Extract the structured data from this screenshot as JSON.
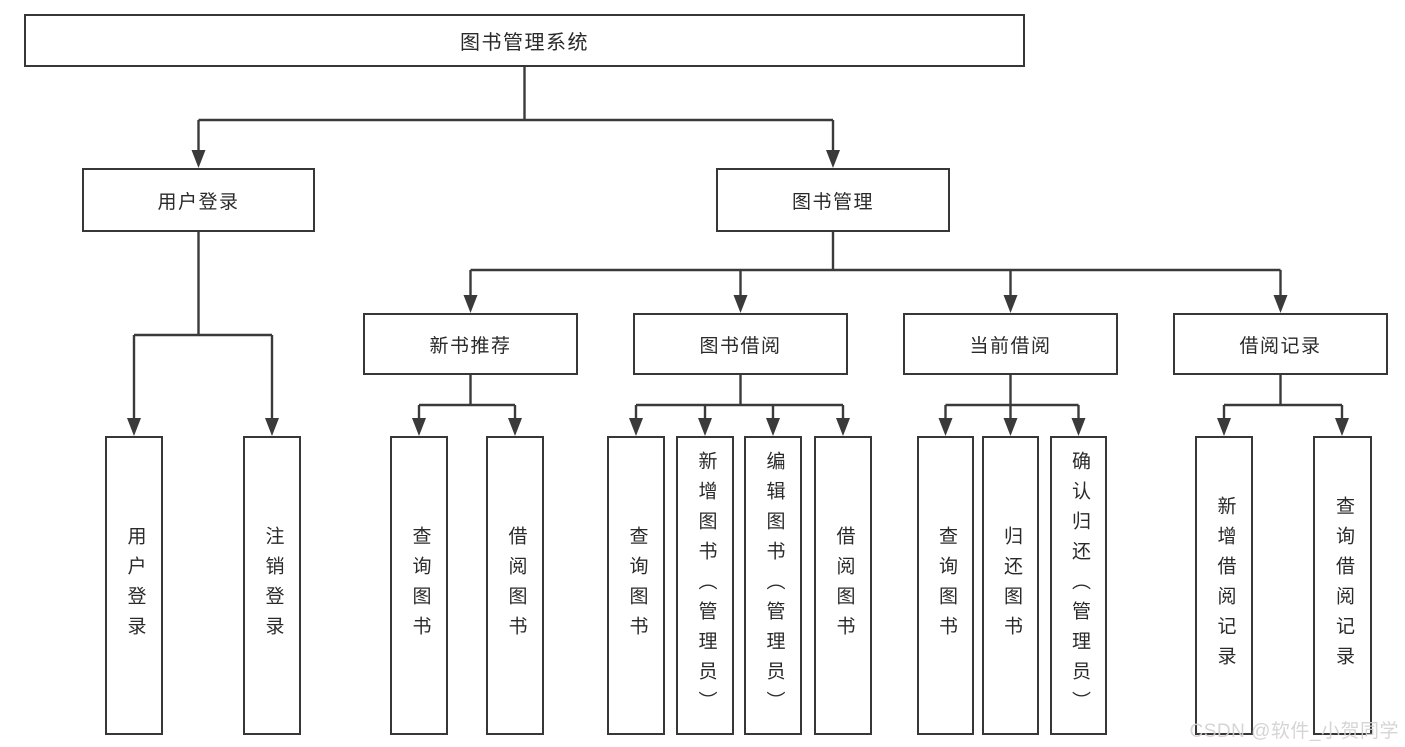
{
  "diagram": {
    "root": {
      "label": "图书管理系统"
    },
    "level2": [
      {
        "label": "用户登录"
      },
      {
        "label": "图书管理"
      }
    ],
    "level3": [
      {
        "label": "新书推荐",
        "parent": "图书管理"
      },
      {
        "label": "图书借阅",
        "parent": "图书管理"
      },
      {
        "label": "当前借阅",
        "parent": "图书管理"
      },
      {
        "label": "借阅记录",
        "parent": "图书管理"
      }
    ],
    "leaves": [
      {
        "label": "用户登录",
        "parent": "用户登录"
      },
      {
        "label": "注销登录",
        "parent": "用户登录"
      },
      {
        "label": "查询图书",
        "parent": "新书推荐"
      },
      {
        "label": "借阅图书",
        "parent": "新书推荐"
      },
      {
        "label": "查询图书",
        "parent": "图书借阅"
      },
      {
        "label": "新增图书（管理员）",
        "parent": "图书借阅"
      },
      {
        "label": "编辑图书（管理员）",
        "parent": "图书借阅"
      },
      {
        "label": "借阅图书",
        "parent": "图书借阅"
      },
      {
        "label": "查询图书",
        "parent": "当前借阅"
      },
      {
        "label": "归还图书",
        "parent": "当前借阅"
      },
      {
        "label": "确认归还（管理员）",
        "parent": "当前借阅"
      },
      {
        "label": "新增借阅记录",
        "parent": "借阅记录"
      },
      {
        "label": "查询借阅记录",
        "parent": "借阅记录"
      }
    ]
  },
  "watermark": "CSDN @软件_小贺同学",
  "colors": {
    "line": "#3a3a3a",
    "box_border": "#373737",
    "box_fill": "#ffffff",
    "text": "#2a2a2a",
    "watermark": "#d2d2d2"
  }
}
